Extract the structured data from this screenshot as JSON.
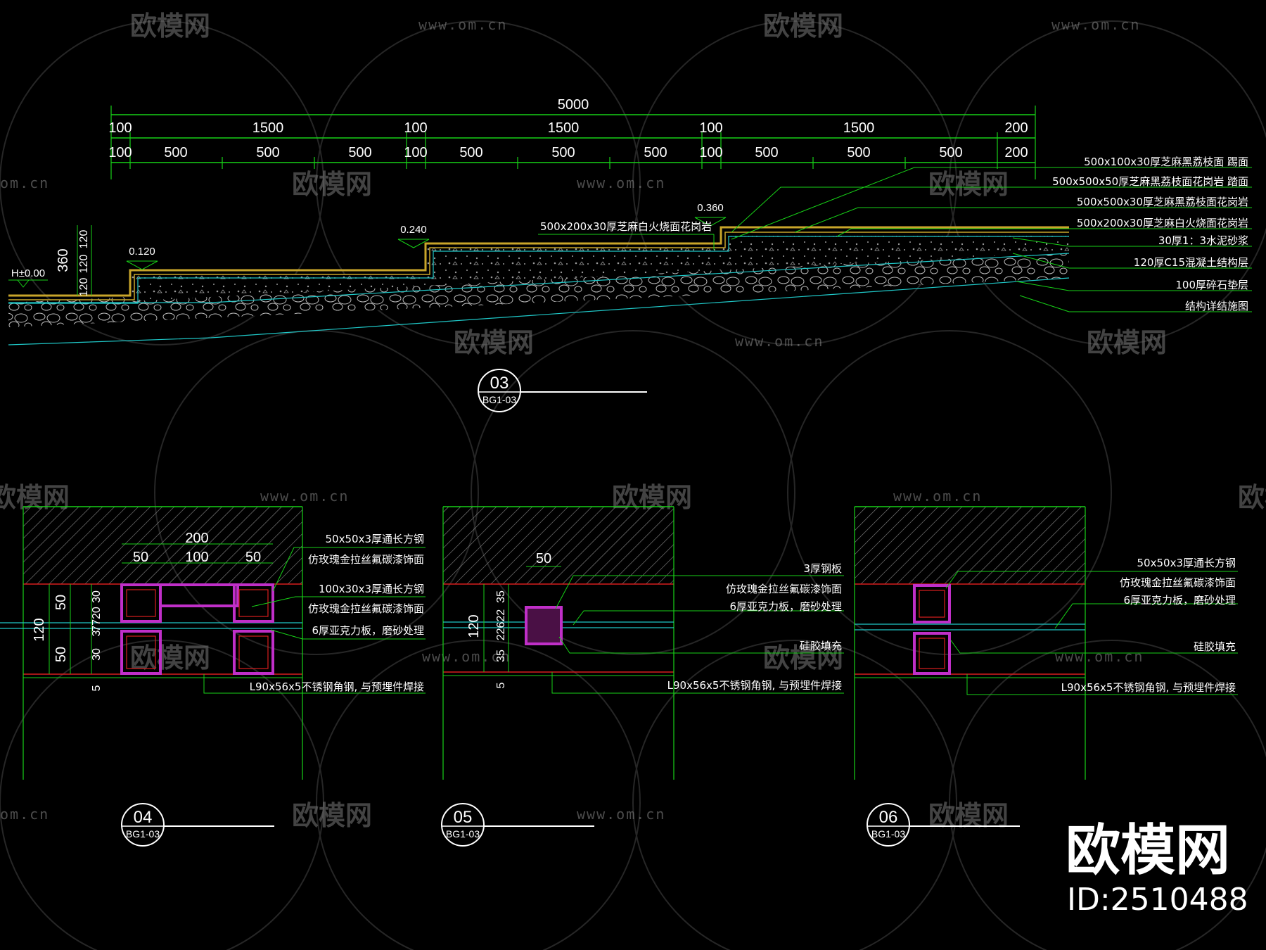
{
  "section03": {
    "overall": "5000",
    "dims_top": [
      "100",
      "1500",
      "100",
      "1500",
      "100",
      "1500",
      "200"
    ],
    "dims_bottom": [
      "100",
      "500",
      "500",
      "500",
      "100",
      "500",
      "500",
      "500",
      "100",
      "500",
      "500",
      "500",
      "200"
    ],
    "elev_start": "H±0.00",
    "elev_1": "0.120",
    "elev_2": "0.240",
    "elev_3": "0.360",
    "vdims": [
      "360",
      "120",
      "120",
      "120"
    ],
    "left_label": "500x200x30厚芝麻白火烧面花岗岩",
    "notes": [
      "500x100x30厚芝麻黑荔枝面 踢面",
      "500x500x50厚芝麻黑荔枝面花岗岩 踏面",
      "500x500x30厚芝麻黑荔枝面花岗岩",
      "500x200x30厚芝麻白火烧面花岗岩",
      "30厚1：3水泥砂浆",
      "120厚C15混凝土结构层",
      "100厚碎石垫层",
      "结构详结施图"
    ],
    "tag_num": "03",
    "tag_ref": "BG1-03"
  },
  "section04": {
    "dims_top": [
      "200"
    ],
    "dims_mid": [
      "50",
      "100",
      "50"
    ],
    "vdims_outer": [
      "120"
    ],
    "vdims_mid": [
      "50",
      "50"
    ],
    "vdims_inner": [
      "30",
      "7720",
      "3",
      "30"
    ],
    "vdim_bottom": "5",
    "notes": [
      "50x50x3厚通长方钢",
      "仿玫瑰金拉丝氟碳漆饰面",
      "100x30x3厚通长方钢",
      "仿玫瑰金拉丝氟碳漆饰面",
      "6厚亚克力板，磨砂处理",
      "L90x56x5不锈钢角钢, 与预埋件焊接"
    ],
    "tag_num": "04",
    "tag_ref": "BG1-03"
  },
  "section05": {
    "dims_top": [
      "50"
    ],
    "vdims_outer": [
      "120"
    ],
    "vdims_inner": [
      "35",
      "22622",
      "35"
    ],
    "vdim_bottom": "5",
    "notes": [
      "3厚钢板",
      "仿玫瑰金拉丝氟碳漆饰面",
      "6厚亚克力板，磨砂处理",
      "硅胶填充",
      "L90x56x5不锈钢角钢, 与预埋件焊接"
    ],
    "tag_num": "05",
    "tag_ref": "BG1-03"
  },
  "section06": {
    "notes": [
      "50x50x3厚通长方钢",
      "仿玫瑰金拉丝氟碳漆饰面",
      "6厚亚克力板，磨砂处理",
      "硅胶填充",
      "L90x56x5不锈钢角钢, 与预埋件焊接"
    ],
    "tag_num": "06",
    "tag_ref": "BG1-03"
  },
  "watermark": {
    "brand": "欧模网",
    "url": "www.om.cn",
    "url_short": "om.cn"
  },
  "brand": {
    "name": "欧模网",
    "id": "ID:2510488"
  },
  "colors": {
    "line": "#17d117",
    "hatch": "#d3d3d3",
    "steel": "#c02fc8",
    "red": "#d81e1e",
    "cyan": "#1fc7c7",
    "gold": "#c8a52a"
  }
}
